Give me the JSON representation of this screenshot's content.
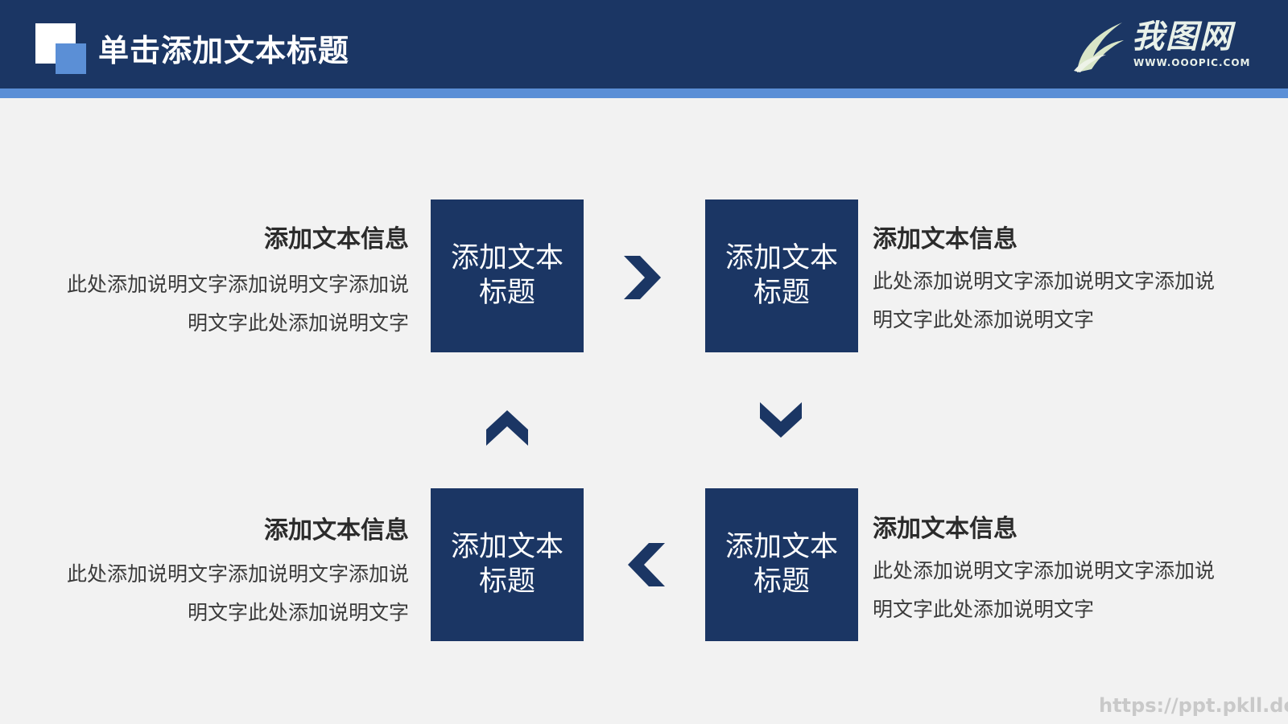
{
  "header": {
    "title": "单击添加文本标题",
    "brand_name": "我图网",
    "brand_url": "WWW.OOOPIC.COM"
  },
  "colors": {
    "header_bg": "#1b3664",
    "accent": "#5b8fd6",
    "box_bg": "#1b3664",
    "page_bg": "#f2f2f2"
  },
  "steps": [
    {
      "box_label": "添加文本标题",
      "info_title": "添加文本信息",
      "info_body": "此处添加说明文字添加说明文字添加说明文字此处添加说明文字"
    },
    {
      "box_label": "添加文本标题",
      "info_title": "添加文本信息",
      "info_body": "此处添加说明文字添加说明文字添加说明文字此处添加说明文字"
    },
    {
      "box_label": "添加文本标题",
      "info_title": "添加文本信息",
      "info_body": "此处添加说明文字添加说明文字添加说明文字此处添加说明文字"
    },
    {
      "box_label": "添加文本标题",
      "info_title": "添加文本信息",
      "info_body": "此处添加说明文字添加说明文字添加说明文字此处添加说明文字"
    }
  ],
  "arrows": [
    "chevron-right-icon",
    "chevron-down-icon",
    "chevron-left-icon",
    "chevron-up-icon"
  ],
  "watermark": "https://ppt.pkll.de"
}
